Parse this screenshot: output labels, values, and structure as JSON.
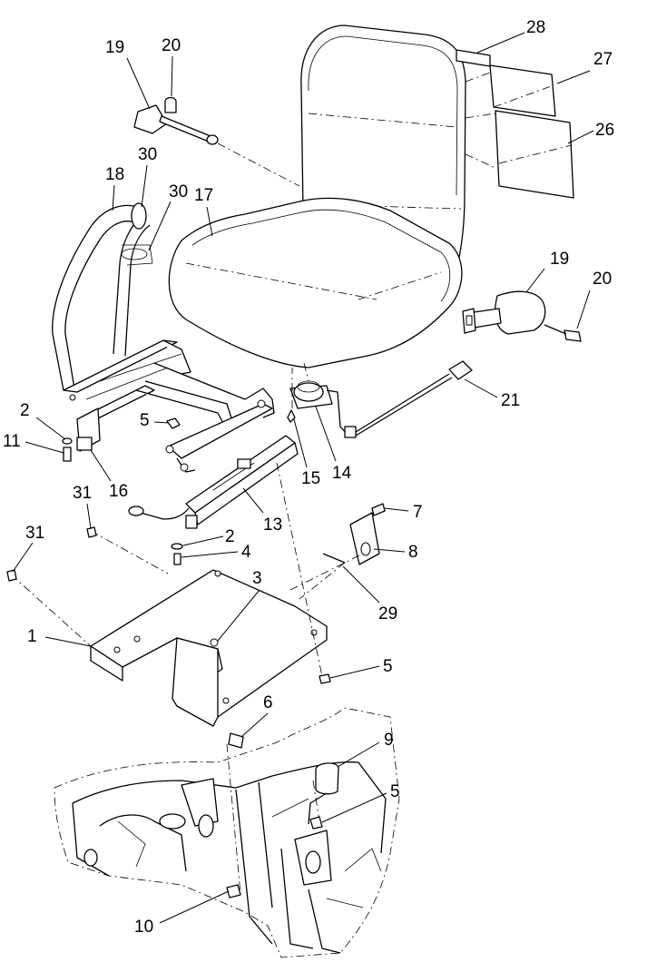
{
  "callouts": [
    {
      "id": "1",
      "label": "1"
    },
    {
      "id": "2a",
      "label": "2"
    },
    {
      "id": "2b",
      "label": "2"
    },
    {
      "id": "3",
      "label": "3"
    },
    {
      "id": "4",
      "label": "4"
    },
    {
      "id": "5a",
      "label": "5"
    },
    {
      "id": "5b",
      "label": "5"
    },
    {
      "id": "5c",
      "label": "5"
    },
    {
      "id": "6",
      "label": "6"
    },
    {
      "id": "7",
      "label": "7"
    },
    {
      "id": "8",
      "label": "8"
    },
    {
      "id": "9",
      "label": "9"
    },
    {
      "id": "10",
      "label": "10"
    },
    {
      "id": "11",
      "label": "11"
    },
    {
      "id": "13",
      "label": "13"
    },
    {
      "id": "14",
      "label": "14"
    },
    {
      "id": "15",
      "label": "15"
    },
    {
      "id": "16",
      "label": "16"
    },
    {
      "id": "17",
      "label": "17"
    },
    {
      "id": "18",
      "label": "18"
    },
    {
      "id": "19a",
      "label": "19"
    },
    {
      "id": "19b",
      "label": "19"
    },
    {
      "id": "20a",
      "label": "20"
    },
    {
      "id": "20b",
      "label": "20"
    },
    {
      "id": "21",
      "label": "21"
    },
    {
      "id": "26",
      "label": "26"
    },
    {
      "id": "27",
      "label": "27"
    },
    {
      "id": "28",
      "label": "28"
    },
    {
      "id": "29",
      "label": "29"
    },
    {
      "id": "30a",
      "label": "30"
    },
    {
      "id": "30b",
      "label": "30"
    },
    {
      "id": "31a",
      "label": "31"
    },
    {
      "id": "31b",
      "label": "31"
    }
  ]
}
